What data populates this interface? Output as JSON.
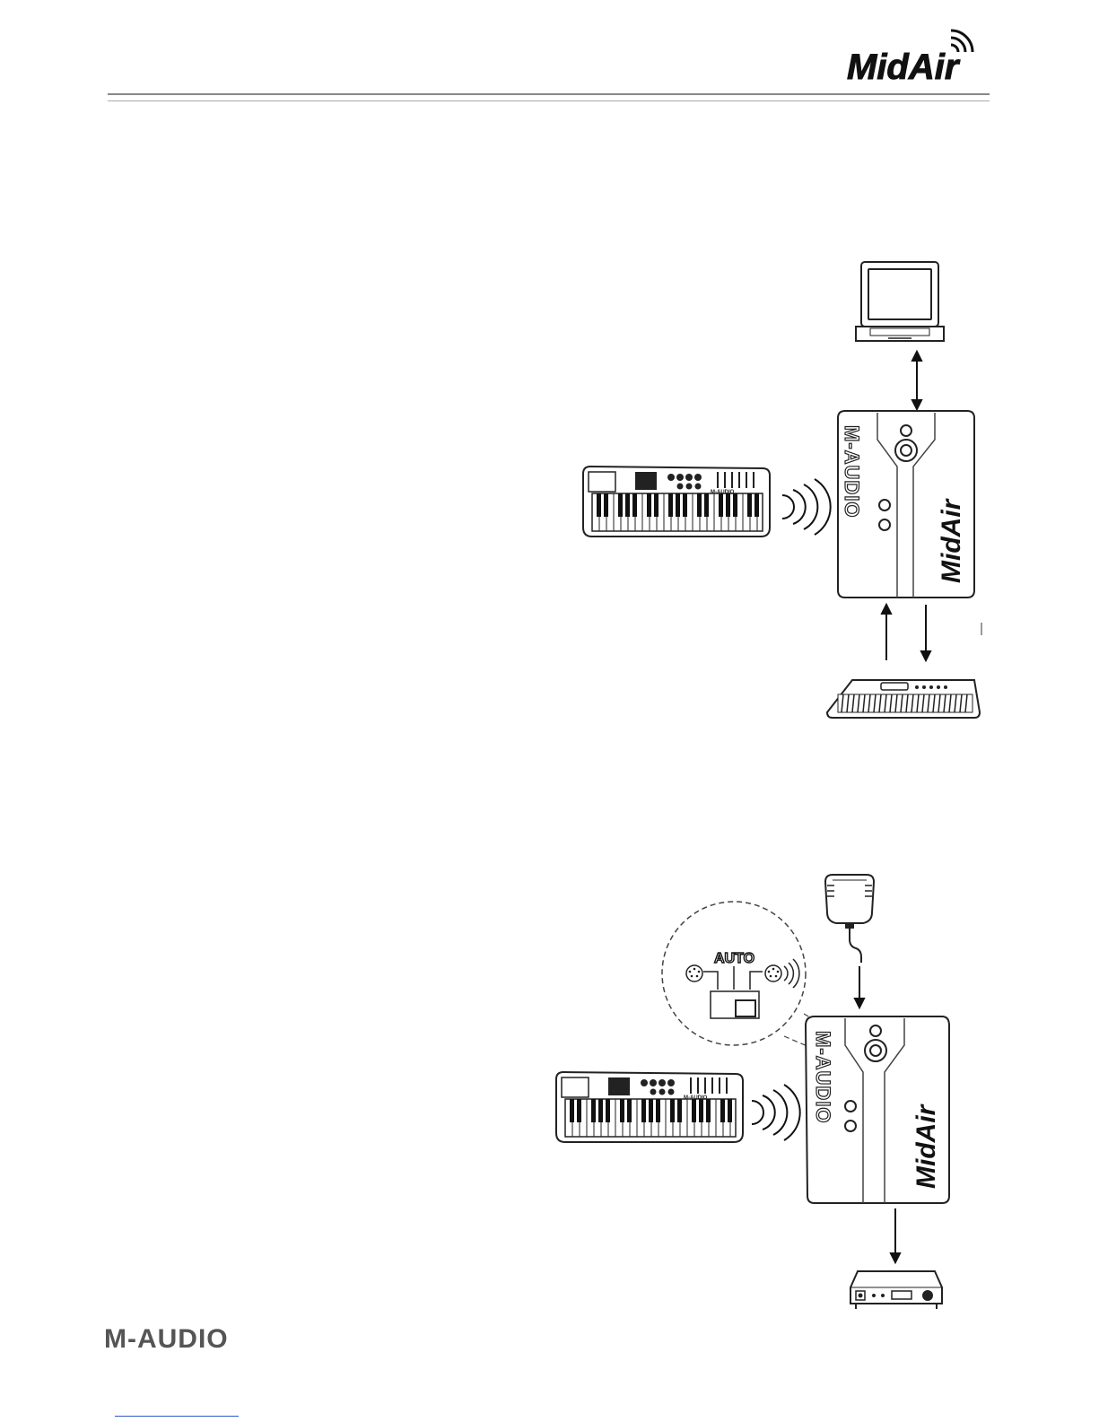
{
  "header": {
    "logo_text": "MidAir"
  },
  "diagram_top": {
    "interface_brand": "M-AUDIO",
    "interface_logo": "MidAir",
    "keyboard_brand": "M-AUDIO"
  },
  "diagram_bottom": {
    "switch_label": "AUTO",
    "interface_brand": "M-AUDIO",
    "interface_logo": "MidAir",
    "keyboard_brand": "M-AUDIO"
  },
  "footer": {
    "brand": "M-AUDIO"
  }
}
